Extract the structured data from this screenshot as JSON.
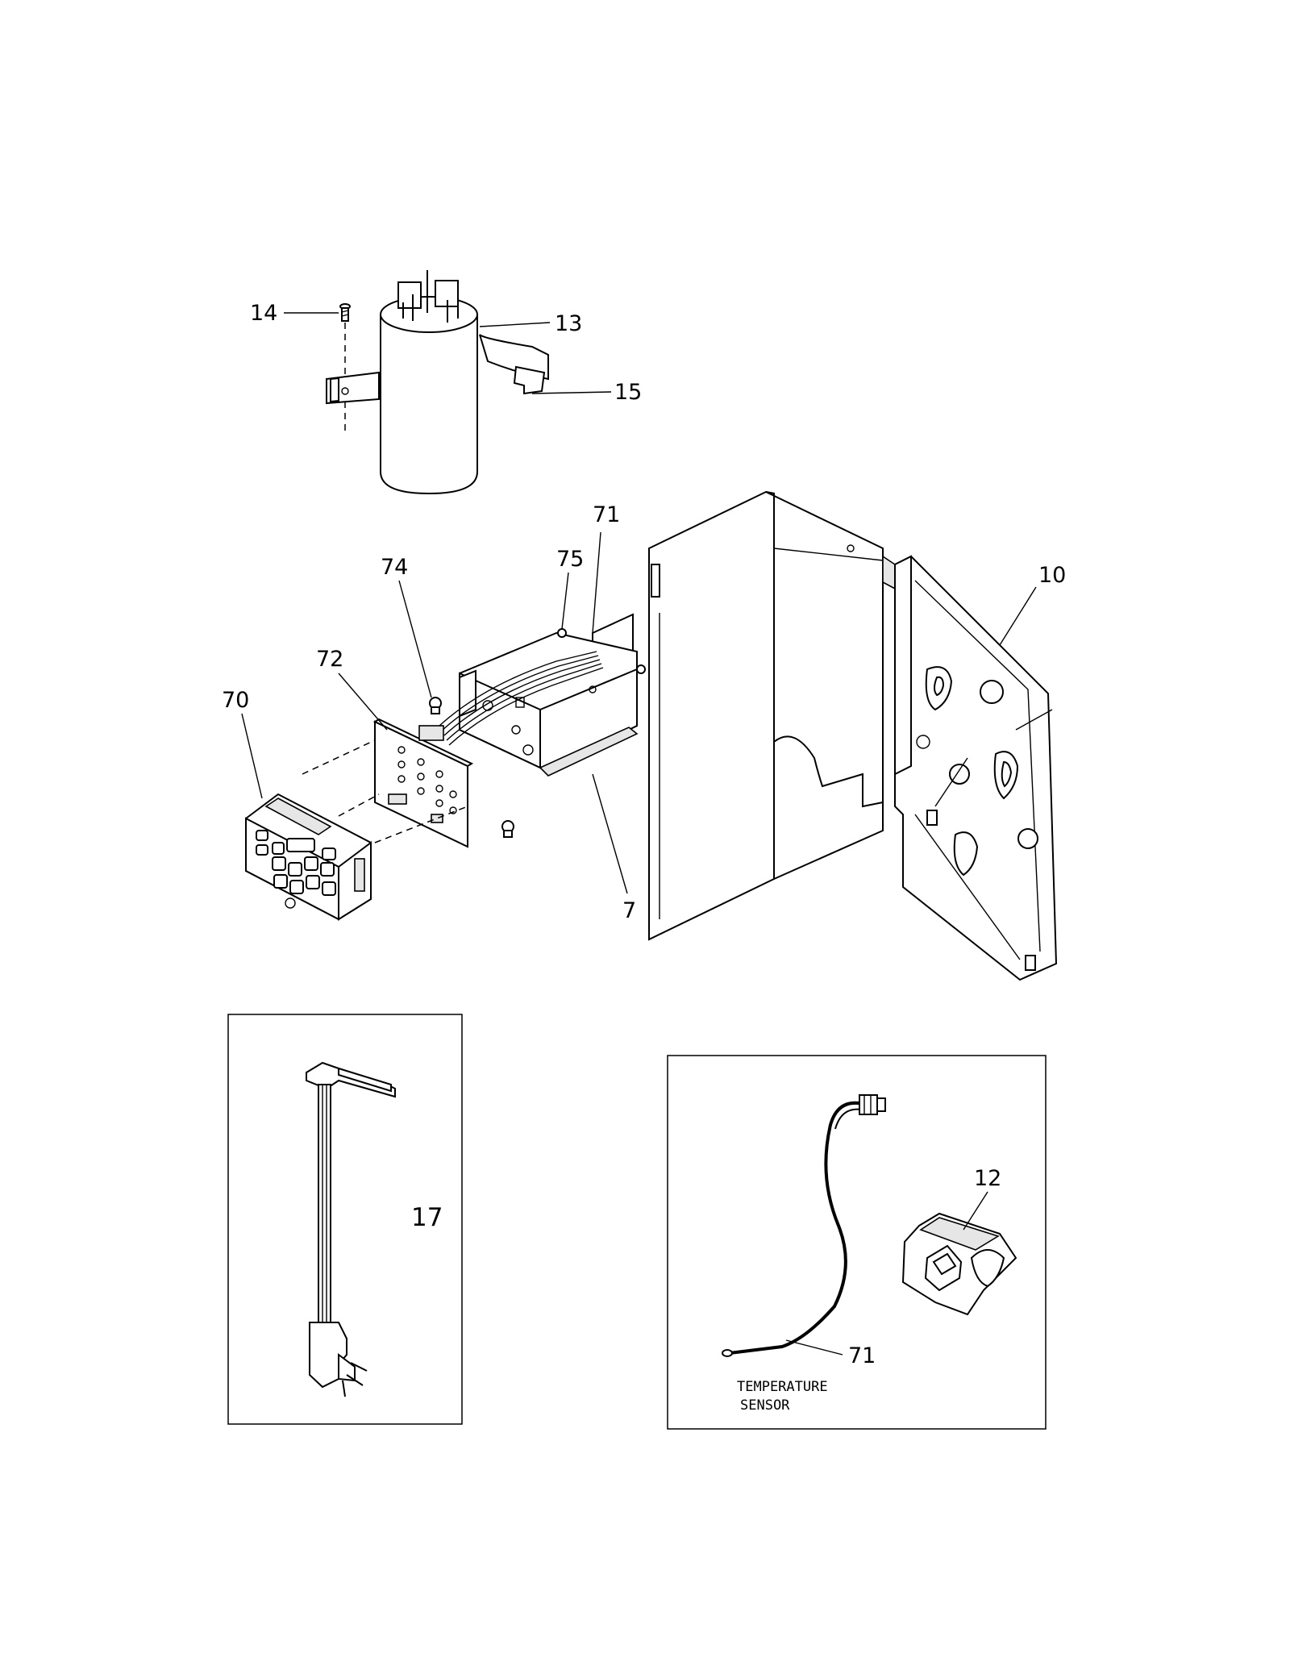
{
  "callouts": {
    "screw_14": "14",
    "capacitor_13": "13",
    "strap_15": "15",
    "cable_71_top": "71",
    "screw_75": "75",
    "screw_74": "74",
    "board_72": "72",
    "panel_70": "70",
    "box_7": "7",
    "cover_10": "10",
    "cord_17": "17",
    "mount_12": "12",
    "sensor_71": "71"
  },
  "annotations": {
    "sensor_line1": "TEMPERATURE",
    "sensor_line2": "SENSOR"
  }
}
